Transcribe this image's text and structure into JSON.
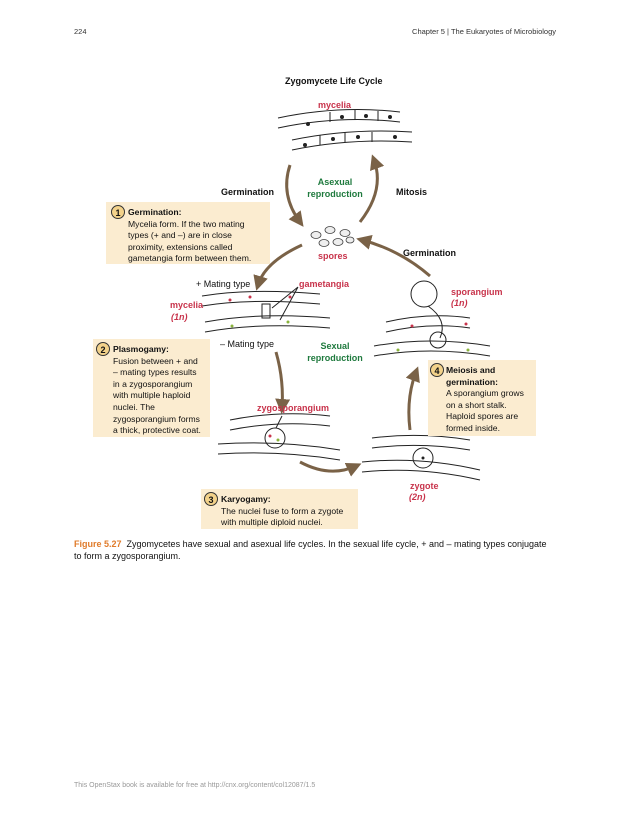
{
  "header": {
    "page_number": "224",
    "chapter": "Chapter 5 | The Eukaryotes of Microbiology"
  },
  "figure": {
    "title": "Zygomycete Life Cycle",
    "labels": {
      "mycelia_top": "mycelia",
      "asexual": "Asexual reproduction",
      "germination_left": "Germination",
      "mitosis": "Mitosis",
      "spores": "spores",
      "germination_right": "Germination",
      "plus_mating": "+ Mating type",
      "gametangia": "gametangia",
      "mycelia_left": "mycelia",
      "mycelia_left_ploidy": "(1n)",
      "minus_mating": "– Mating type",
      "sexual": "Sexual reproduction",
      "sporangium": "sporangium",
      "sporangium_ploidy": "(1n)",
      "zygosporangium": "zygosporangium",
      "zygote": "zygote",
      "zygote_ploidy": "(2n)"
    },
    "steps": [
      {
        "number": "1",
        "heading": "Germination:",
        "text": "Mycelia form. If the two mating types (+ and –) are in close proximity, extensions called gametangia form between them."
      },
      {
        "number": "2",
        "heading": "Plasmogamy:",
        "text": "Fusion between + and – mating types results in a zygosporangium with multiple haploid nuclei. The zygosporangium forms a thick, protective coat."
      },
      {
        "number": "3",
        "heading": "Karyogamy:",
        "text": "The nuclei fuse to form a zygote with multiple diploid nuclei."
      },
      {
        "number": "4",
        "heading": "Meiosis and germination:",
        "text": "A sporangium grows on a short stalk. Haploid spores are formed inside."
      }
    ]
  },
  "caption": {
    "label": "Figure 5.27",
    "text": "Zygomycetes have sexual and asexual life cycles. In the sexual life cycle, + and – mating types conjugate to form a zygosporangium."
  },
  "footer": {
    "text": "This OpenStax book is available for free at http://cnx.org/content/col12087/1.5"
  },
  "colors": {
    "arrow": "#7a6247",
    "step_box": "#fbecd0",
    "red_label": "#c8334b",
    "green_label": "#1f7a3e",
    "figure_label": "#e07b2a"
  }
}
